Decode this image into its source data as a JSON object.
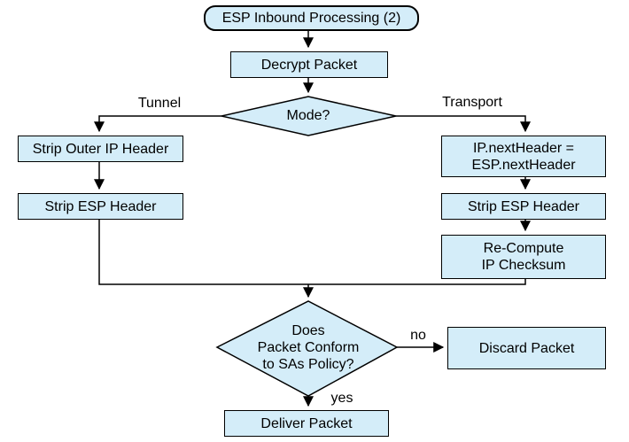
{
  "diagram": {
    "title": "ESP Inbound Processing (2)",
    "nodes": {
      "start": "ESP Inbound Processing (2)",
      "decrypt": "Decrypt Packet",
      "mode_decision": "Mode?",
      "strip_outer_ip": "Strip Outer IP Header",
      "strip_esp_tunnel": "Strip ESP Header",
      "ip_next_header": "IP.nextHeader =\nESP.nextHeader",
      "strip_esp_transport": "Strip ESP Header",
      "recompute_checksum": "Re-Compute\nIP Checksum",
      "policy_decision": "Does\nPacket Conform\nto SAs Policy?",
      "discard": "Discard Packet",
      "deliver": "Deliver Packet"
    },
    "edge_labels": {
      "tunnel": "Tunnel",
      "transport": "Transport",
      "no": "no",
      "yes": "yes"
    }
  },
  "colors": {
    "node-fill": "#d4edf9",
    "node-border": "#000000",
    "line-color": "#000000",
    "text-color": "#000000",
    "bg": "#ffffff"
  }
}
